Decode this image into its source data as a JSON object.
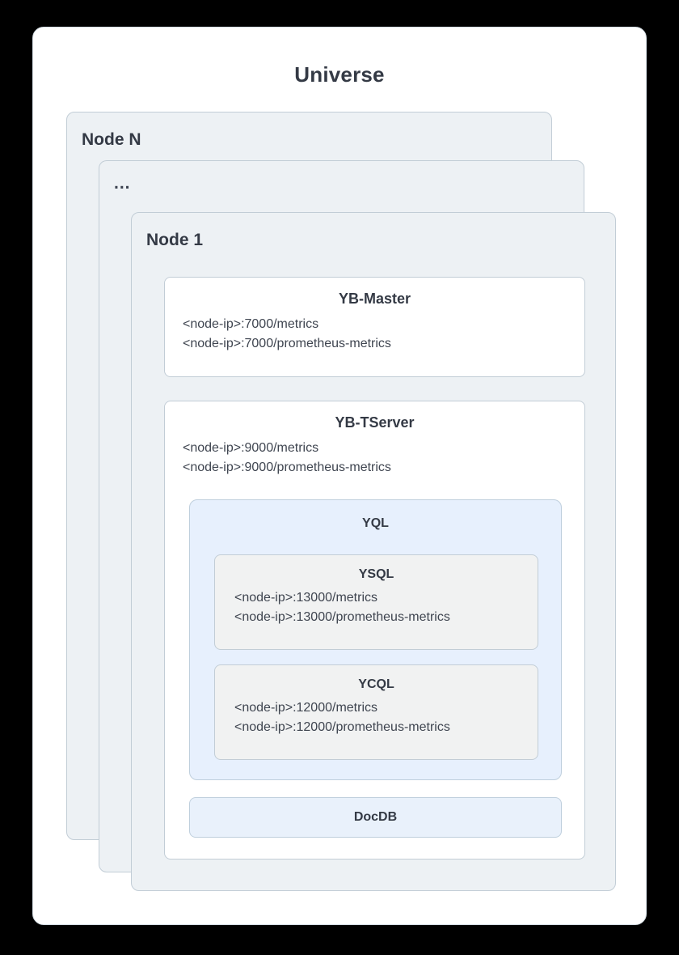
{
  "diagram": {
    "title": "Universe",
    "nodes": [
      {
        "label": "Node N"
      },
      {
        "label": "..."
      },
      {
        "label": "Node 1"
      }
    ],
    "components": {
      "master": {
        "title": "YB-Master",
        "endpoints": [
          "<node-ip>:7000/metrics",
          "<node-ip>:7000/prometheus-metrics"
        ]
      },
      "tserver": {
        "title": "YB-TServer",
        "endpoints": [
          "<node-ip>:9000/metrics",
          "<node-ip>:9000/prometheus-metrics"
        ]
      },
      "yql": {
        "title": "YQL",
        "apis": [
          {
            "title": "YSQL",
            "endpoints": [
              "<node-ip>:13000/metrics",
              "<node-ip>:13000/prometheus-metrics"
            ]
          },
          {
            "title": "YCQL",
            "endpoints": [
              "<node-ip>:12000/metrics",
              "<node-ip>:12000/prometheus-metrics"
            ]
          }
        ]
      },
      "docdb": {
        "title": "DocDB"
      }
    },
    "colors": {
      "page_background": "#000000",
      "card_background": "#ffffff",
      "node_background": "#edf1f4",
      "node_border": "#c2cdd6",
      "yql_background": "#e7f0fd",
      "docdb_background": "#e9f1fb",
      "api_background": "#f1f2f2",
      "heading_text": "#343a45",
      "body_text": "#3f4550"
    }
  }
}
